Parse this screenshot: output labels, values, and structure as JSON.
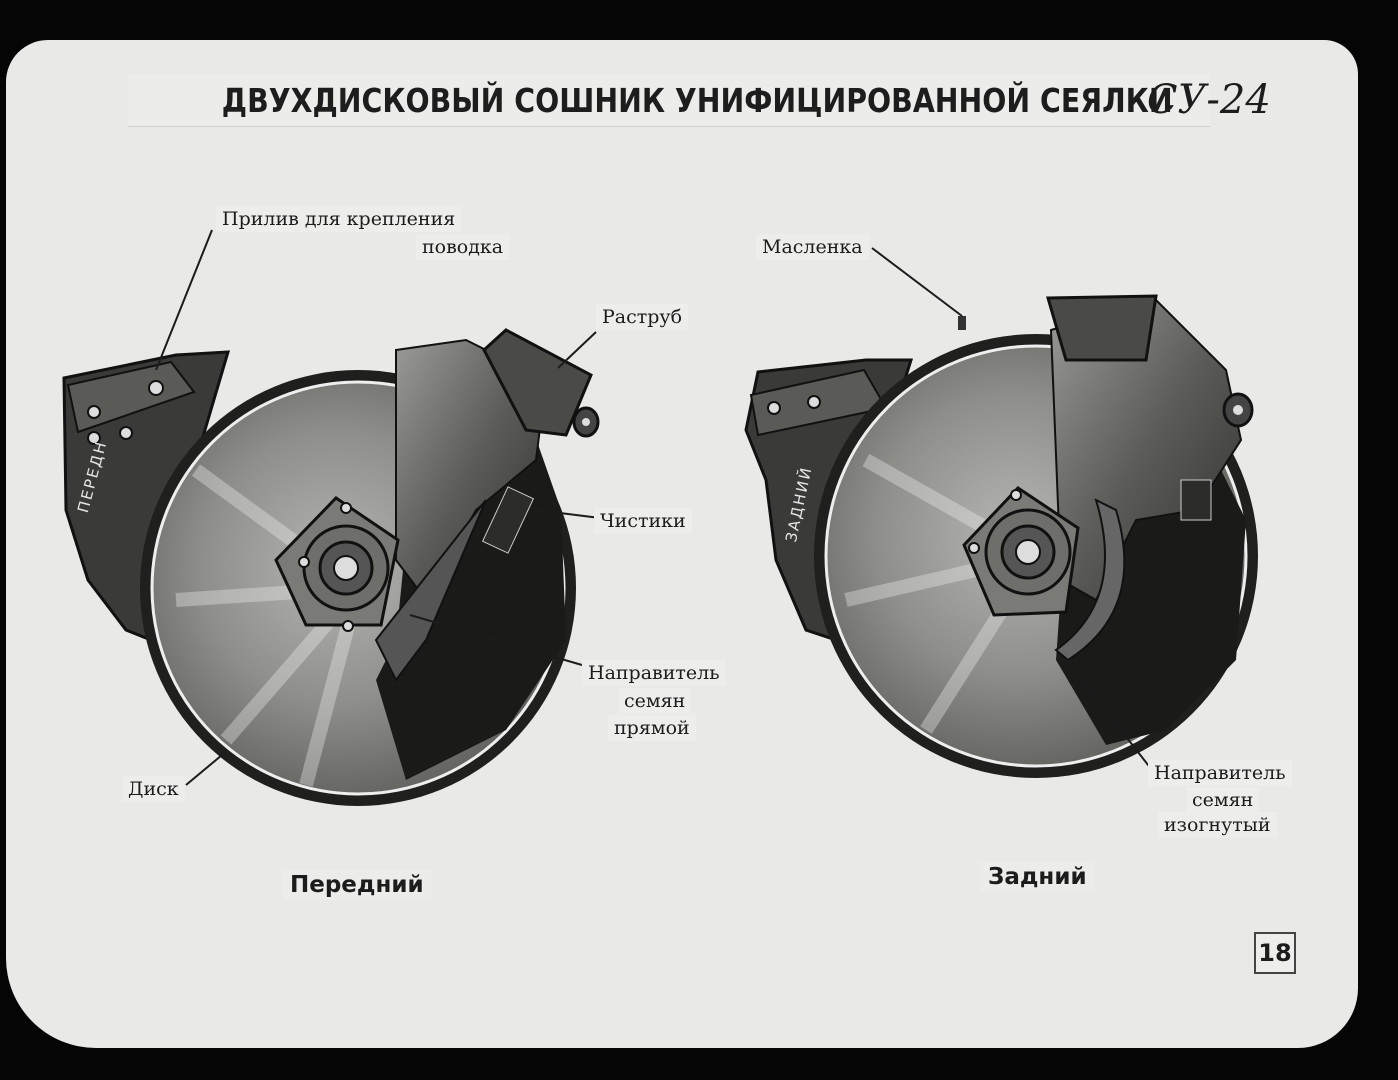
{
  "title": {
    "main": "ДВУХДИСКОВЫЙ СОШНИК УНИФИЦИРОВАННОЙ СЕЯЛКИ",
    "model": "СУ-24"
  },
  "labels": {
    "priliv_line1": "Прилив для крепления",
    "priliv_line2": "поводка",
    "rastrub": "Раструб",
    "chistiki": "Чистики",
    "napr_pryamoy_1": "Направитель",
    "napr_pryamoy_2": "семян",
    "napr_pryamoy_3": "прямой",
    "disk": "Диск",
    "maslenka": "Масленка",
    "napr_izog_1": "Направитель",
    "napr_izog_2": "семян",
    "napr_izog_3": "изогнутый"
  },
  "captions": {
    "front": "Передний",
    "rear": "Задний"
  },
  "bracket_text": {
    "front": "ПЕРЕДН",
    "rear": "ЗАДНИЙ"
  },
  "page_number": "18",
  "colors": {
    "slide": "#e9e9e7",
    "frame": "#050505",
    "ink": "#1c1c1c"
  }
}
